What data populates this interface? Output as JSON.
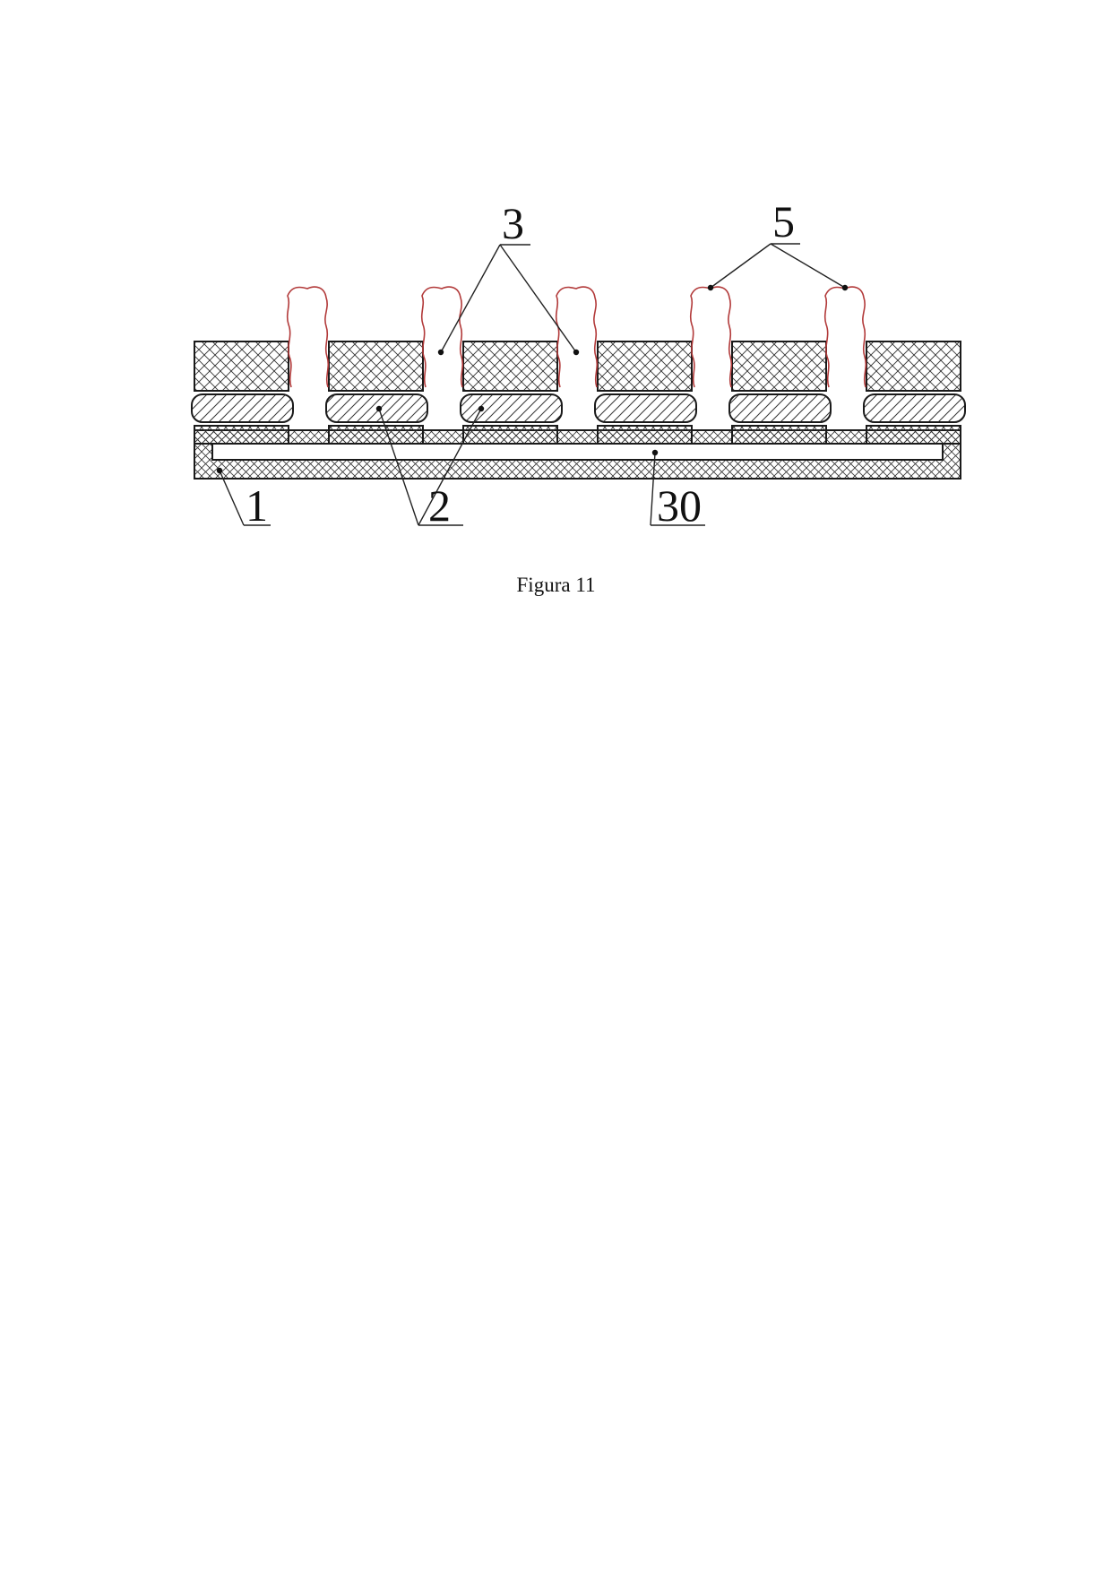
{
  "figure": {
    "caption": "Figura 11",
    "labels": {
      "part_1": "1",
      "part_2": "2",
      "part_3": "3",
      "part_5": "5",
      "part_30": "30"
    },
    "colors": {
      "line": "#1a1a1a",
      "fiber": "#b23a3a",
      "background": "#ffffff"
    }
  }
}
